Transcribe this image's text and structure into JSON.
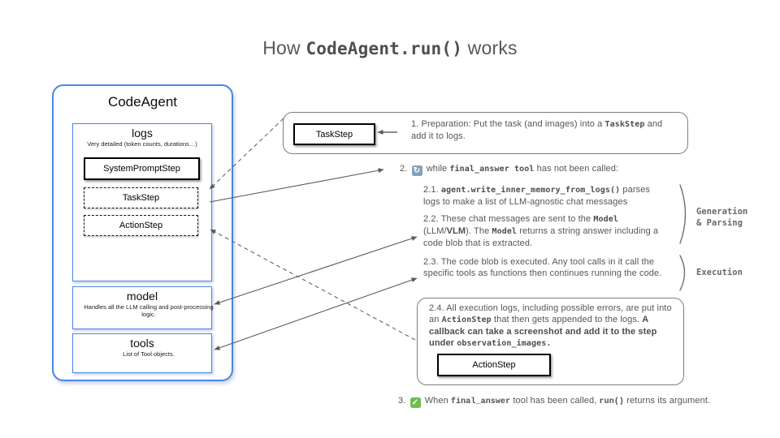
{
  "title": {
    "prefix": "How ",
    "code": "CodeAgent.run()",
    "suffix": " works"
  },
  "colors": {
    "blue_border": "#4a86e8",
    "gray_border": "#7e7e7e",
    "body_text": "#55565a",
    "repeat_icon_bg": "#84a2ba",
    "check_icon_bg": "#6cbf4e"
  },
  "icons": {
    "repeat": "↻",
    "check": "✓"
  },
  "agent": {
    "title": "CodeAgent",
    "logs": {
      "title": "logs",
      "subtitle": "Very detailed (token counts, durations…)",
      "steps": [
        {
          "label": "SystemPromptStep",
          "border": "solid"
        },
        {
          "label": "TaskStep",
          "border": "dashed"
        },
        {
          "label": "ActionStep",
          "border": "dashed"
        }
      ]
    },
    "model": {
      "title": "model",
      "subtitle": "Handles all the LLM calling and post-processing logic."
    },
    "tools": {
      "title": "tools",
      "subtitle": "List of Tool objects."
    }
  },
  "steps": {
    "one": {
      "box_label": "TaskStep",
      "line1_pre": "1.  Preparation: Put the task (and images) into a ",
      "line1_code": "TaskStep",
      "line1_post": " and",
      "line2": "add it to logs."
    },
    "two": {
      "num": "2.",
      "pre": "while ",
      "code": "final_answer tool",
      "post": " has not been called:"
    },
    "s21": {
      "pre": "2.1.  ",
      "code": "agent.write_inner_memory_from_logs()",
      "post": " parses logs to make a list of LLM-agnostic chat messages"
    },
    "s22": {
      "a": "2.2. These chat messages are sent to the ",
      "code1": "Model",
      "b": " (LLM/",
      "bold": "VLM",
      "c": "). The ",
      "code2": "Model",
      "d": " returns a string answer including a code blob that is extracted."
    },
    "s23": {
      "text": "2.3. The code blob is executed. Any tool calls in it call the specific tools as functions then continues running the code."
    },
    "s24": {
      "a": "2.4. All execution logs, including possible errors, are put into an ",
      "code1": "ActionStep",
      "b": " that then gets appended to the logs. ",
      "bold": "A callback can take a screenshot and add it to the step under ",
      "code2": "observation_images.",
      "box_label": "ActionStep"
    },
    "three": {
      "num": "3.",
      "a": "When ",
      "code1": "final_answer",
      "b": " tool has been called, ",
      "code2": "run()",
      "c": " returns its argument."
    }
  },
  "side_labels": {
    "generation_1": "Generation",
    "generation_2": "& Parsing",
    "execution": "Execution"
  }
}
